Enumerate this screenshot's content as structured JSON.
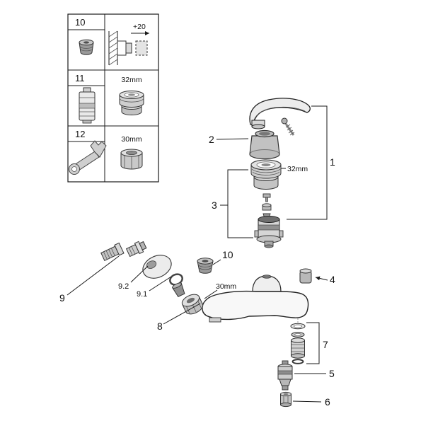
{
  "table": {
    "rows": [
      {
        "num": "10",
        "note": "+20"
      },
      {
        "num": "11",
        "note": "32mm"
      },
      {
        "num": "12",
        "note": "30mm"
      }
    ]
  },
  "callouts": {
    "c1": "1",
    "c2": "2",
    "c3": "3",
    "c4": "4",
    "c5": "5",
    "c6": "6",
    "c7": "7",
    "c8": "8",
    "c9": "9",
    "c9_1": "9.1",
    "c9_2": "9.2",
    "c10": "10"
  },
  "dims": {
    "ring32": "32mm",
    "nut30": "30mm"
  }
}
